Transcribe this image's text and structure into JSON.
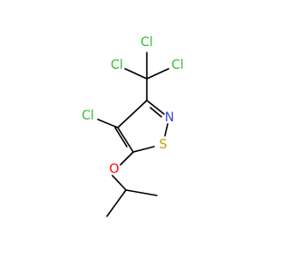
{
  "molecule": {
    "atom_labels": {
      "cl_top": "Cl",
      "cl_left": "Cl",
      "cl_right": "Cl",
      "cl_ring": "Cl",
      "nitrogen": "N",
      "sulfur": "S",
      "oxygen": "O"
    },
    "colors": {
      "bond": "#000000",
      "chlorine": "#2fbf2f",
      "nitrogen": "#3b4bd8",
      "sulfur": "#b8a800",
      "oxygen": "#ff0000"
    }
  }
}
